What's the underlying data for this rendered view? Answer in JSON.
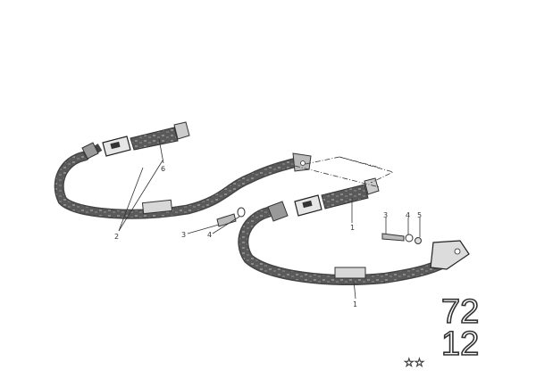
{
  "callouts": {
    "front_strap_1": "1",
    "rear_strap_1": "1",
    "strap_2": "2",
    "bolt_3_left": "3",
    "washer_4_left": "4",
    "bolt_3_right": "3",
    "washer_4_right": "4",
    "nut_5": "5",
    "buckle_6": "6"
  },
  "group_code": {
    "main": "72",
    "sub": "12"
  },
  "stars": "☆☆"
}
